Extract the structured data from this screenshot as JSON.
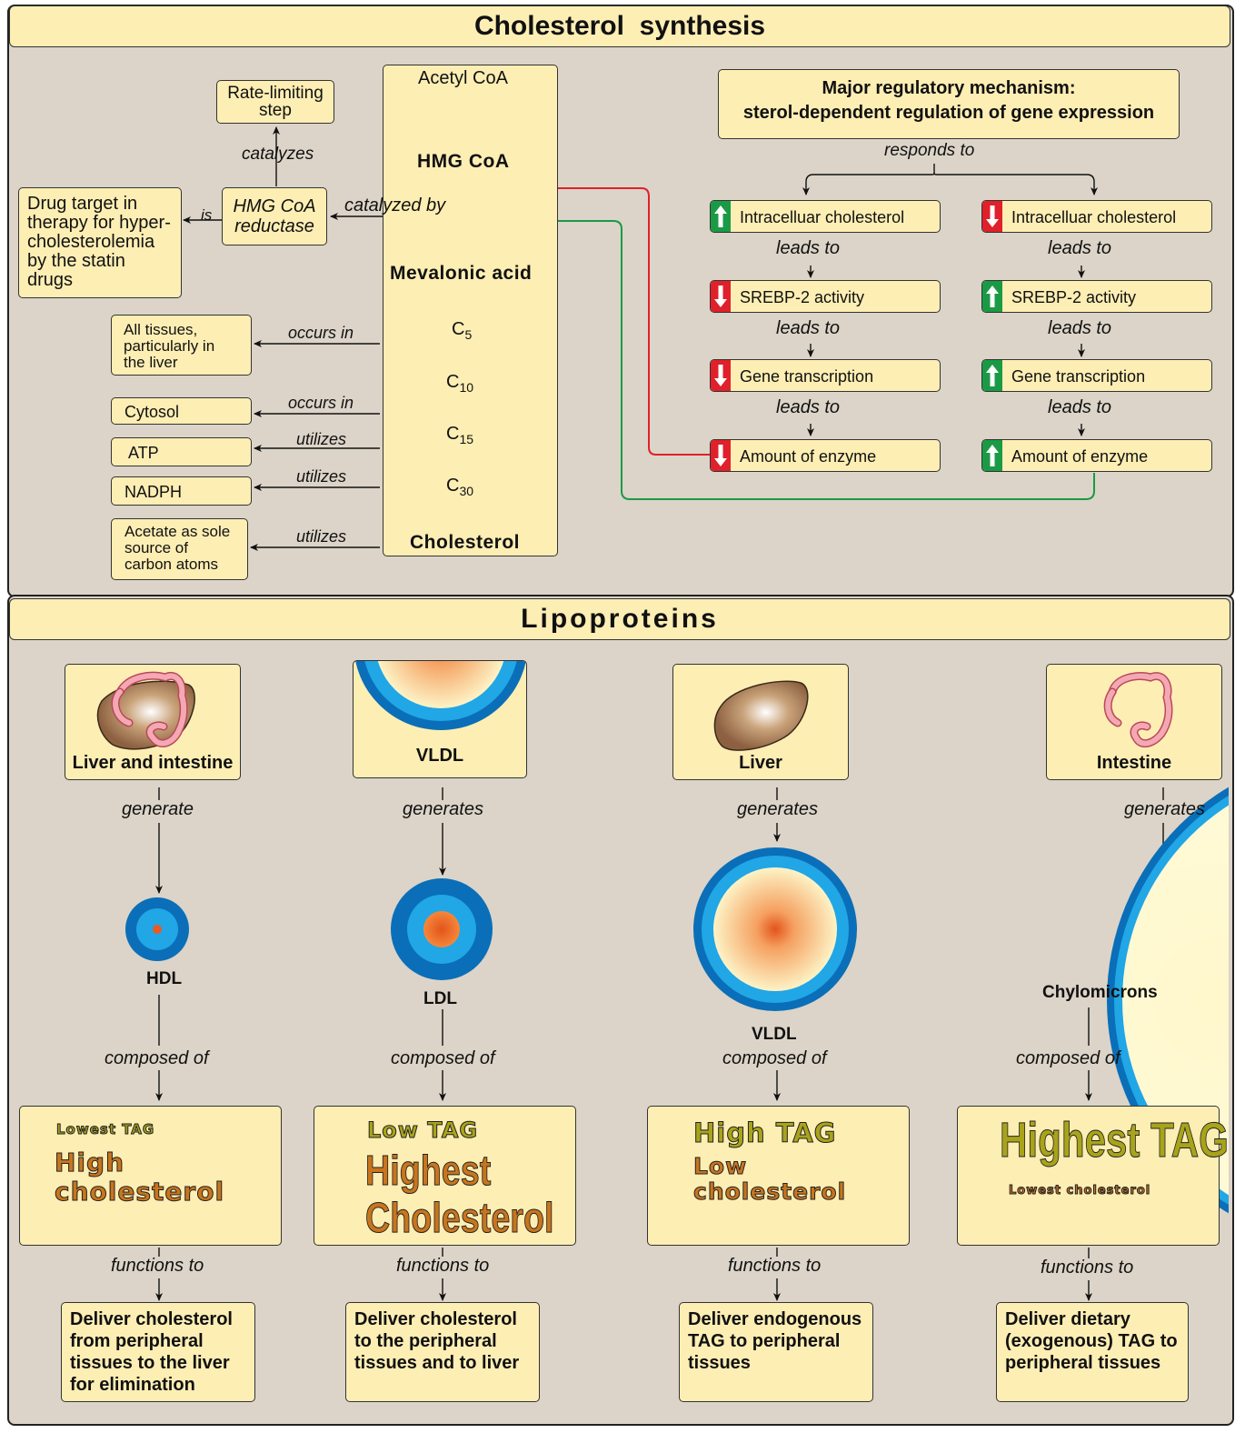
{
  "synthesis": {
    "title": "Cholesterol  synthesis",
    "rate_limiting": "Rate-limiting step",
    "catalyzes": "catalyzes",
    "hmg_reductase": "HMG CoA reductase",
    "is": "is",
    "drug_target": "Drug target in therapy for hyper-cholesterolemia by the statin drugs",
    "catalyzed_by": "catalyzed by",
    "pathway": {
      "acetyl": "Acetyl CoA",
      "hmg": "HMG CoA",
      "mevalonic": "Mevalonic acid",
      "c5": "5",
      "c10": "10",
      "c15": "15",
      "c30": "30",
      "c_letter": "C",
      "cholesterol": "Cholesterol"
    },
    "side": [
      {
        "label": "occurs in",
        "box": "All tissues, particularly in the liver"
      },
      {
        "label": "occurs in",
        "box": "Cytosol"
      },
      {
        "label": "utilizes",
        "box": "ATP"
      },
      {
        "label": "utilizes",
        "box": "NADPH"
      },
      {
        "label": "utilizes",
        "box": "Acetate as sole source of carbon atoms"
      }
    ],
    "regulation": {
      "title_line1": "Major regulatory mechanism:",
      "title_line2": "sterol-dependent regulation of gene expression",
      "responds_to": "responds to",
      "leads_to": "leads to",
      "left": [
        "Intracelluar cholesterol",
        "SREBP-2 activity",
        "Gene transcription",
        "Amount of enzyme"
      ],
      "right": [
        "Intracelluar cholesterol",
        "SREBP-2 activity",
        "Gene transcription",
        "Amount of enzyme"
      ],
      "left_dirs": [
        "up",
        "down",
        "down",
        "down"
      ],
      "right_dirs": [
        "down",
        "up",
        "up",
        "up"
      ],
      "minus": "–",
      "plus": "+"
    }
  },
  "lipoproteins": {
    "title": "Lipoproteins",
    "columns": [
      {
        "source": "Liver and intestine",
        "verb": "generate",
        "particle": "HDL",
        "composed": "composed of",
        "tag_line": "Lowest TAG",
        "chol_line": "High cholesterol",
        "functions": "functions to",
        "function_text": "Deliver cholesterol from peripheral tissues to the liver for elimination"
      },
      {
        "source": "VLDL",
        "verb": "generates",
        "particle": "LDL",
        "composed": "composed of",
        "tag_line": "Low TAG",
        "chol_line": "Highest Cholesterol",
        "functions": "functions to",
        "function_text": "Deliver cholesterol to the peripheral tissues and to liver"
      },
      {
        "source": "Liver",
        "verb": "generates",
        "particle": "VLDL",
        "composed": "composed of",
        "tag_line": "High TAG",
        "chol_line": "Low cholesterol",
        "functions": "functions to",
        "function_text": "Deliver endogenous TAG to peripheral tissues"
      },
      {
        "source": "Intestine",
        "verb": "generates",
        "particle": "Chylomicrons",
        "composed": "composed of",
        "tag_line": "Highest TAG",
        "chol_line": "Lowest cholesterol",
        "functions": "functions to",
        "function_text": "Deliver dietary (exogenous) TAG to peripheral tissues"
      }
    ]
  },
  "colors": {
    "panel": "#dcd4c8",
    "box": "#fdeeb4",
    "up": "#1a9a45",
    "down": "#e0202a",
    "lipo_outer": "#0a6fb8",
    "lipo_inner": "#21a6e6"
  }
}
